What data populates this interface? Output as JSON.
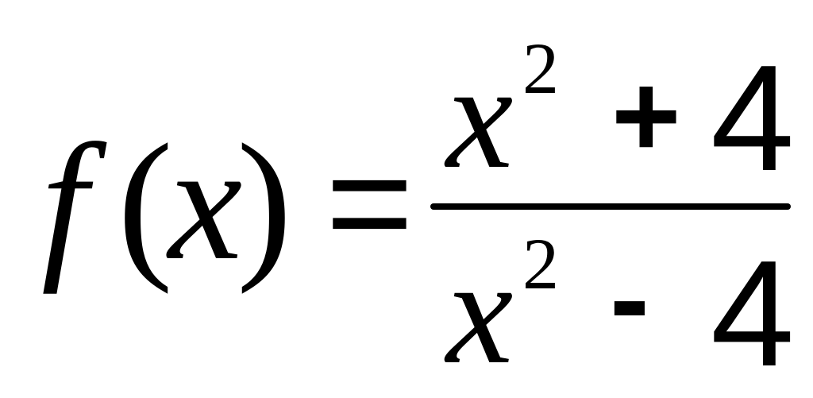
{
  "formula": {
    "lhs": {
      "function_name": "f",
      "open_paren": "(",
      "argument": "x",
      "close_paren": ")"
    },
    "equals": "=",
    "numerator": {
      "variable": "x",
      "exponent": "2",
      "operator": "+",
      "constant": "4"
    },
    "denominator": {
      "variable": "x",
      "exponent": "2",
      "operator": "-",
      "constant": "4"
    }
  }
}
